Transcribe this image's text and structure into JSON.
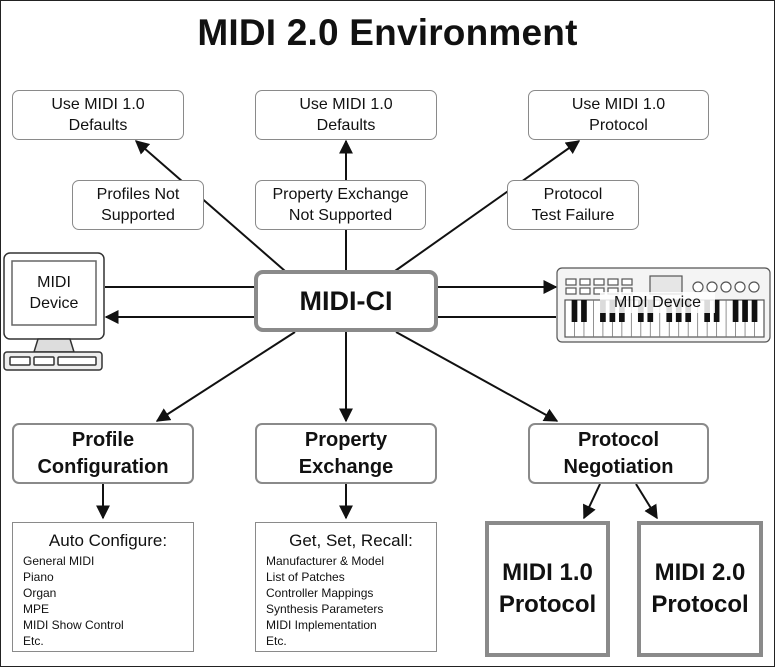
{
  "title": "MIDI 2.0 Environment",
  "core": "MIDI-CI",
  "defaults": [
    {
      "line1": "Use MIDI 1.0",
      "line2": "Defaults"
    },
    {
      "line1": "Use MIDI 1.0",
      "line2": "Defaults"
    },
    {
      "line1": "Use MIDI 1.0",
      "line2": "Protocol"
    }
  ],
  "conditions": [
    {
      "line1": "Profiles Not",
      "line2": "Supported"
    },
    {
      "line1": "Property Exchange",
      "line2": "Not Supported"
    },
    {
      "line1": "Protocol",
      "line2": "Test Failure"
    }
  ],
  "devices": {
    "computer": {
      "line1": "MIDI",
      "line2": "Device"
    },
    "keyboard": "MIDI Device"
  },
  "features": [
    {
      "line1": "Profile",
      "line2": "Configuration"
    },
    {
      "line1": "Property",
      "line2": "Exchange"
    },
    {
      "line1": "Protocol",
      "line2": "Negotiation"
    }
  ],
  "lists": {
    "profiles": {
      "heading": "Auto Configure:",
      "items": [
        "General MIDI",
        "Piano",
        "Organ",
        "MPE",
        "MIDI Show Control",
        "Etc."
      ]
    },
    "properties": {
      "heading": "Get, Set, Recall:",
      "items": [
        "Manufacturer & Model",
        "List of Patches",
        "Controller Mappings",
        "Synthesis Parameters",
        "MIDI Implementation",
        "Etc."
      ]
    }
  },
  "protocols": [
    {
      "line1": "MIDI 1.0",
      "line2": "Protocol"
    },
    {
      "line1": "MIDI 2.0",
      "line2": "Protocol"
    }
  ]
}
